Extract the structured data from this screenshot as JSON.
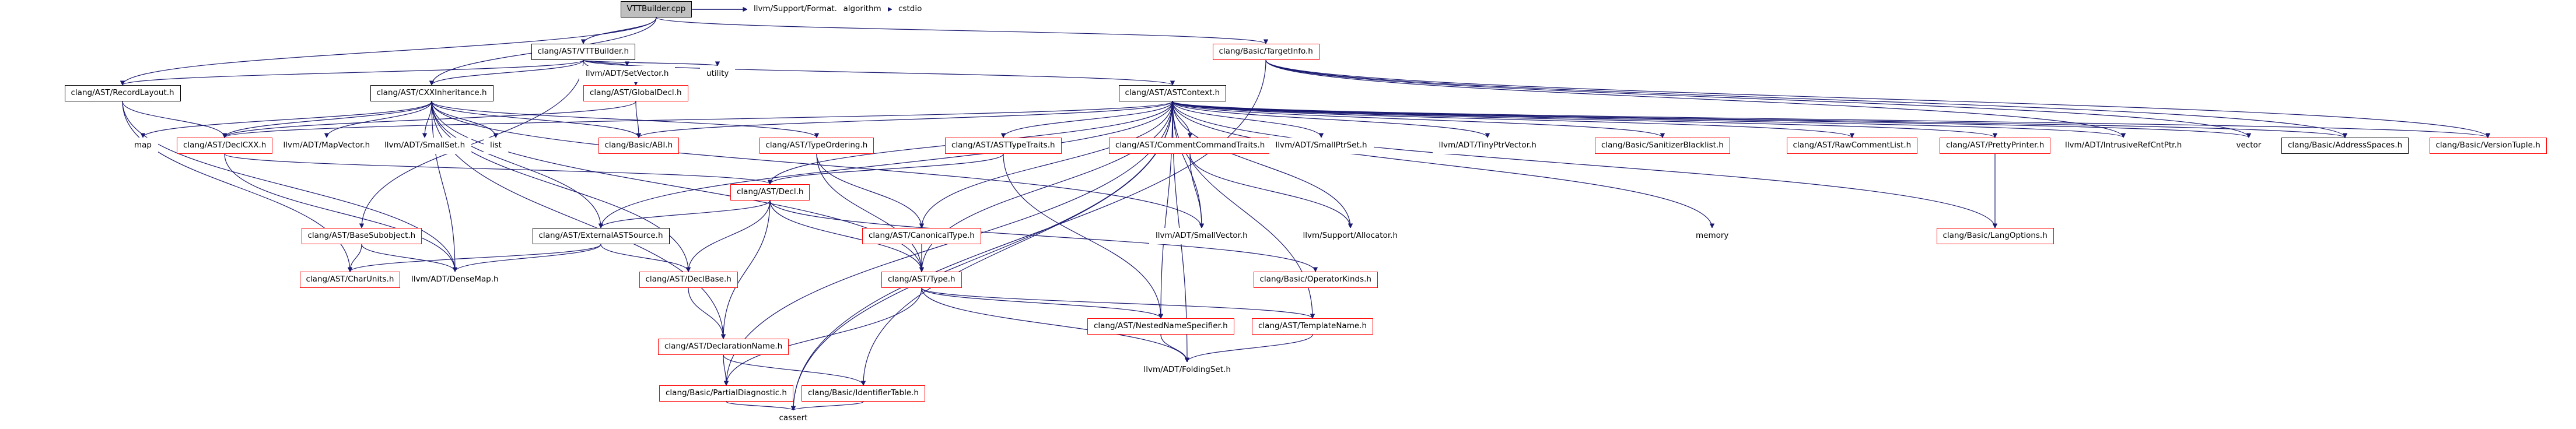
{
  "graph": {
    "root": "VTTBuilder.cpp",
    "nodes": [
      {
        "id": "vtt",
        "label": "VTTBuilder.cpp",
        "style": "root"
      },
      {
        "id": "fmt",
        "label": "llvm/Support/Format.h",
        "style": "plain"
      },
      {
        "id": "algo",
        "label": "algorithm",
        "style": "plain"
      },
      {
        "id": "cstdio",
        "label": "cstdio",
        "style": "plain"
      },
      {
        "id": "vttb",
        "label": "clang/AST/VTTBuilder.h",
        "style": "black"
      },
      {
        "id": "tinfo",
        "label": "clang/Basic/TargetInfo.h",
        "style": "red"
      },
      {
        "id": "rlay",
        "label": "clang/AST/RecordLayout.h",
        "style": "black"
      },
      {
        "id": "cxxi",
        "label": "clang/AST/CXXInheritance.h",
        "style": "black"
      },
      {
        "id": "setv",
        "label": "llvm/ADT/SetVector.h",
        "style": "plain"
      },
      {
        "id": "gdecl",
        "label": "clang/AST/GlobalDecl.h",
        "style": "red"
      },
      {
        "id": "utility",
        "label": "utility",
        "style": "plain"
      },
      {
        "id": "actx",
        "label": "clang/AST/ASTContext.h",
        "style": "black"
      },
      {
        "id": "map",
        "label": "map",
        "style": "plain"
      },
      {
        "id": "dcxx",
        "label": "clang/AST/DeclCXX.h",
        "style": "red"
      },
      {
        "id": "mapv",
        "label": "llvm/ADT/MapVector.h",
        "style": "plain"
      },
      {
        "id": "smset",
        "label": "llvm/ADT/SmallSet.h",
        "style": "plain"
      },
      {
        "id": "list",
        "label": "list",
        "style": "plain"
      },
      {
        "id": "abi",
        "label": "clang/Basic/ABI.h",
        "style": "red"
      },
      {
        "id": "tord",
        "label": "clang/AST/TypeOrdering.h",
        "style": "red"
      },
      {
        "id": "ttr",
        "label": "clang/AST/ASTTypeTraits.h",
        "style": "red"
      },
      {
        "id": "cct",
        "label": "clang/AST/CommentCommandTraits.h",
        "style": "red"
      },
      {
        "id": "smptr",
        "label": "llvm/ADT/SmallPtrSet.h",
        "style": "plain"
      },
      {
        "id": "tinyp",
        "label": "llvm/ADT/TinyPtrVector.h",
        "style": "plain"
      },
      {
        "id": "sblk",
        "label": "clang/Basic/SanitizerBlacklist.h",
        "style": "red"
      },
      {
        "id": "rcl",
        "label": "clang/AST/RawCommentList.h",
        "style": "red"
      },
      {
        "id": "pp",
        "label": "clang/AST/PrettyPrinter.h",
        "style": "red"
      },
      {
        "id": "irc",
        "label": "llvm/ADT/IntrusiveRefCntPtr.h",
        "style": "plain"
      },
      {
        "id": "vector",
        "label": "vector",
        "style": "plain"
      },
      {
        "id": "aspace",
        "label": "clang/Basic/AddressSpaces.h",
        "style": "black"
      },
      {
        "id": "vtup",
        "label": "clang/Basic/VersionTuple.h",
        "style": "red"
      },
      {
        "id": "decl",
        "label": "clang/AST/Decl.h",
        "style": "red"
      },
      {
        "id": "canty",
        "label": "clang/AST/CanonicalType.h",
        "style": "red"
      },
      {
        "id": "smvec",
        "label": "llvm/ADT/SmallVector.h",
        "style": "plain"
      },
      {
        "id": "alloc",
        "label": "llvm/Support/Allocator.h",
        "style": "plain"
      },
      {
        "id": "memory",
        "label": "memory",
        "style": "plain"
      },
      {
        "id": "lopts",
        "label": "clang/Basic/LangOptions.h",
        "style": "red"
      },
      {
        "id": "bsub",
        "label": "clang/AST/BaseSubobject.h",
        "style": "red"
      },
      {
        "id": "extsrc",
        "label": "clang/AST/ExternalASTSource.h",
        "style": "black"
      },
      {
        "id": "type",
        "label": "clang/AST/Type.h",
        "style": "red"
      },
      {
        "id": "opk",
        "label": "clang/Basic/OperatorKinds.h",
        "style": "red"
      },
      {
        "id": "cunits",
        "label": "clang/AST/CharUnits.h",
        "style": "red"
      },
      {
        "id": "dmap",
        "label": "llvm/ADT/DenseMap.h",
        "style": "plain"
      },
      {
        "id": "dbase",
        "label": "clang/AST/DeclBase.h",
        "style": "red"
      },
      {
        "id": "nns",
        "label": "clang/AST/NestedNameSpecifier.h",
        "style": "red"
      },
      {
        "id": "tname",
        "label": "clang/AST/TemplateName.h",
        "style": "red"
      },
      {
        "id": "dname",
        "label": "clang/AST/DeclarationName.h",
        "style": "red"
      },
      {
        "id": "fset",
        "label": "llvm/ADT/FoldingSet.h",
        "style": "plain"
      },
      {
        "id": "pdiag",
        "label": "clang/Basic/PartialDiagnostic.h",
        "style": "red"
      },
      {
        "id": "idt",
        "label": "clang/Basic/IdentifierTable.h",
        "style": "red"
      },
      {
        "id": "cassert",
        "label": "cassert",
        "style": "plain"
      }
    ],
    "edges": [
      [
        "vtt",
        "fmt"
      ],
      [
        "vtt",
        "algo"
      ],
      [
        "vtt",
        "cstdio"
      ],
      [
        "vtt",
        "vttb"
      ],
      [
        "vtt",
        "rlay"
      ],
      [
        "vtt",
        "tinfo"
      ],
      [
        "vtt",
        "cxxi"
      ],
      [
        "vttb",
        "rlay"
      ],
      [
        "vttb",
        "cxxi"
      ],
      [
        "vttb",
        "setv"
      ],
      [
        "vttb",
        "gdecl"
      ],
      [
        "vttb",
        "utility"
      ],
      [
        "vttb",
        "bsub"
      ],
      [
        "vttb",
        "actx"
      ],
      [
        "rlay",
        "dcxx"
      ],
      [
        "rlay",
        "cunits"
      ],
      [
        "rlay",
        "dmap"
      ],
      [
        "cxxi",
        "map"
      ],
      [
        "cxxi",
        "dcxx"
      ],
      [
        "cxxi",
        "mapv"
      ],
      [
        "cxxi",
        "smset"
      ],
      [
        "cxxi",
        "list"
      ],
      [
        "cxxi",
        "abi"
      ],
      [
        "cxxi",
        "tord"
      ],
      [
        "cxxi",
        "smvec"
      ],
      [
        "cxxi",
        "dmap"
      ],
      [
        "cxxi",
        "dbase"
      ],
      [
        "cxxi",
        "type"
      ],
      [
        "cxxi",
        "dname"
      ],
      [
        "cxxi",
        "extsrc"
      ],
      [
        "gdecl",
        "dcxx"
      ],
      [
        "gdecl",
        "abi"
      ],
      [
        "actx",
        "dcxx"
      ],
      [
        "actx",
        "ttr"
      ],
      [
        "actx",
        "cct"
      ],
      [
        "actx",
        "smptr"
      ],
      [
        "actx",
        "tinyp"
      ],
      [
        "actx",
        "sblk"
      ],
      [
        "actx",
        "rcl"
      ],
      [
        "actx",
        "pp"
      ],
      [
        "actx",
        "irc"
      ],
      [
        "actx",
        "vector"
      ],
      [
        "actx",
        "aspace"
      ],
      [
        "actx",
        "vtup"
      ],
      [
        "actx",
        "decl"
      ],
      [
        "actx",
        "canty"
      ],
      [
        "actx",
        "type"
      ],
      [
        "actx",
        "extsrc"
      ],
      [
        "actx",
        "memory"
      ],
      [
        "actx",
        "lopts"
      ],
      [
        "actx",
        "alloc"
      ],
      [
        "actx",
        "smvec"
      ],
      [
        "actx",
        "fset"
      ],
      [
        "actx",
        "nns"
      ],
      [
        "actx",
        "tname"
      ],
      [
        "actx",
        "pdiag"
      ],
      [
        "actx",
        "idt"
      ],
      [
        "actx",
        "cassert"
      ],
      [
        "actx",
        "abi"
      ],
      [
        "tinfo",
        "irc"
      ],
      [
        "tinfo",
        "vector"
      ],
      [
        "tinfo",
        "aspace"
      ],
      [
        "tinfo",
        "vtup"
      ],
      [
        "tinfo",
        "cassert"
      ],
      [
        "dcxx",
        "decl"
      ],
      [
        "dcxx",
        "dmap"
      ],
      [
        "tord",
        "canty"
      ],
      [
        "tord",
        "type"
      ],
      [
        "ttr",
        "decl"
      ],
      [
        "ttr",
        "nns"
      ],
      [
        "cct",
        "smvec"
      ],
      [
        "cct",
        "alloc"
      ],
      [
        "pp",
        "lopts"
      ],
      [
        "decl",
        "extsrc"
      ],
      [
        "decl",
        "type"
      ],
      [
        "decl",
        "opk"
      ],
      [
        "decl",
        "dbase"
      ],
      [
        "decl",
        "dname"
      ],
      [
        "canty",
        "type"
      ],
      [
        "bsub",
        "cunits"
      ],
      [
        "bsub",
        "dmap"
      ],
      [
        "extsrc",
        "cunits"
      ],
      [
        "extsrc",
        "dmap"
      ],
      [
        "extsrc",
        "dbase"
      ],
      [
        "type",
        "nns"
      ],
      [
        "type",
        "tname"
      ],
      [
        "type",
        "fset"
      ],
      [
        "type",
        "pdiag"
      ],
      [
        "dbase",
        "dname"
      ],
      [
        "nns",
        "fset"
      ],
      [
        "tname",
        "fset"
      ],
      [
        "dname",
        "pdiag"
      ],
      [
        "dname",
        "idt"
      ],
      [
        "pdiag",
        "cassert"
      ],
      [
        "idt",
        "cassert"
      ]
    ]
  },
  "colors": {
    "edge_main": "#191970",
    "edge_grey": "#555555",
    "root_fill": "#bfbfbf",
    "border_red": "#ff0000",
    "border_black": "#000000",
    "border_grey": "#bfbfbf"
  }
}
